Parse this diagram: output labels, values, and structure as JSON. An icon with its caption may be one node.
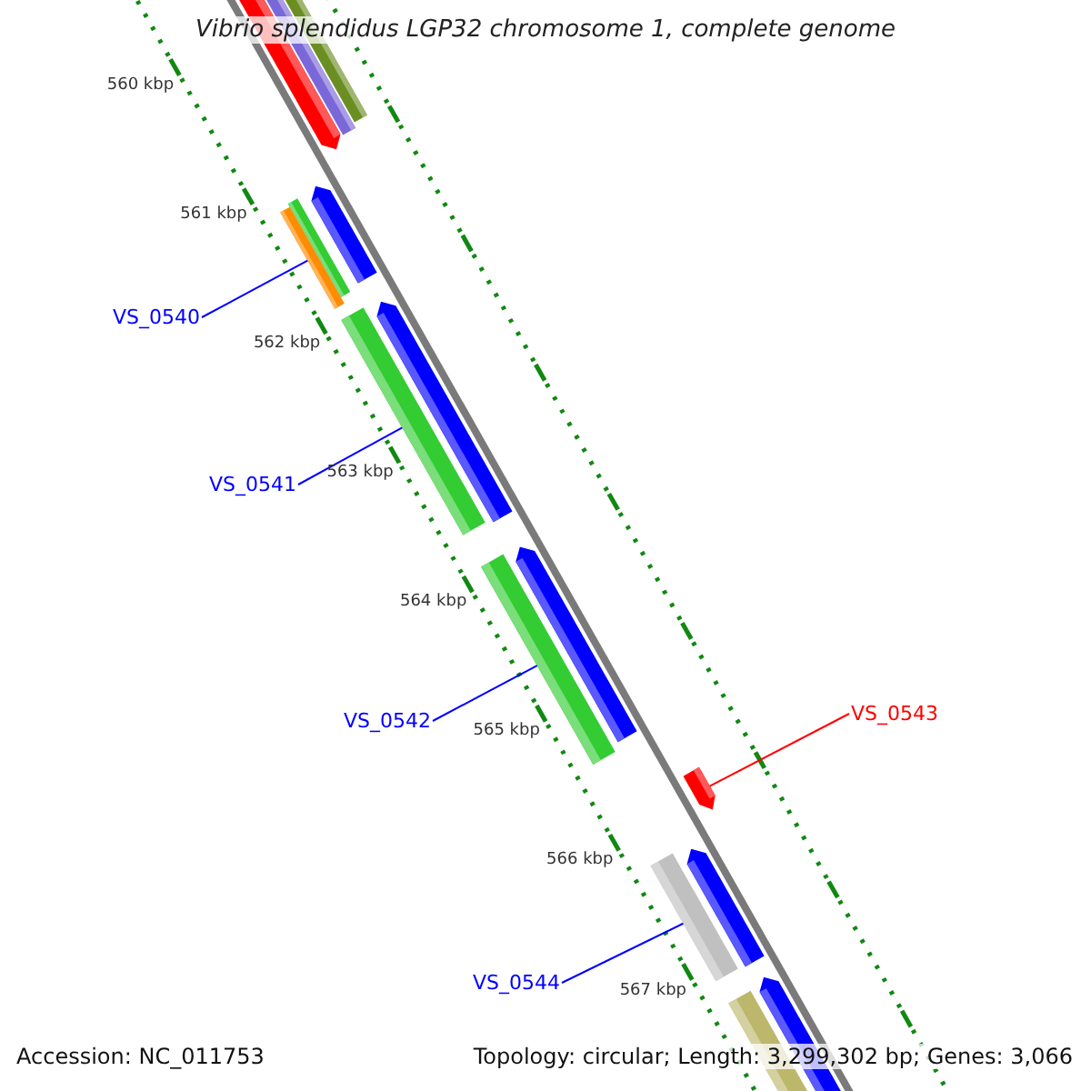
{
  "diagram": {
    "title": "Vibrio splendidus LGP32 chromosome 1, complete genome",
    "nodes": [
      {
        "text": [
          "VS_0540"
        ]
      },
      {
        "text": [],
        "shape": "bar"
      },
      {
        "text": [
          "VS_0541"
        ]
      },
      {
        "text": [],
        "shape": "bar"
      },
      {
        "text": [
          "VS_0542"
        ]
      },
      {
        "text": [],
        "shape": "bar"
      },
      {
        "text": [
          "VS_0543"
        ]
      },
      {
        "text": [],
        "shape": "bar"
      },
      {
        "text": [
          "VS_0544"
        ]
      },
      {
        "text": [],
        "shape": "bar"
      }
    ],
    "edges": [
      {
        "from": 0,
        "to": 1,
        "arrow": "none"
      },
      {
        "from": 2,
        "to": 3,
        "arrow": "none"
      },
      {
        "from": 4,
        "to": 5,
        "arrow": "none"
      },
      {
        "from": 6,
        "to": 7,
        "arrow": "none",
        "color": "#ff0000"
      },
      {
        "from": 8,
        "to": 9,
        "arrow": "none"
      }
    ],
    "labels": [
      "560 kbp",
      "561 kbp",
      "562 kbp",
      "563 kbp",
      "564 kbp",
      "565 kbp",
      "566 kbp",
      "567 kbp",
      "Accession: NC_011753",
      "Topology: circular; Length: 3,299,302 bp; Genes: 3,066"
    ]
  }
}
